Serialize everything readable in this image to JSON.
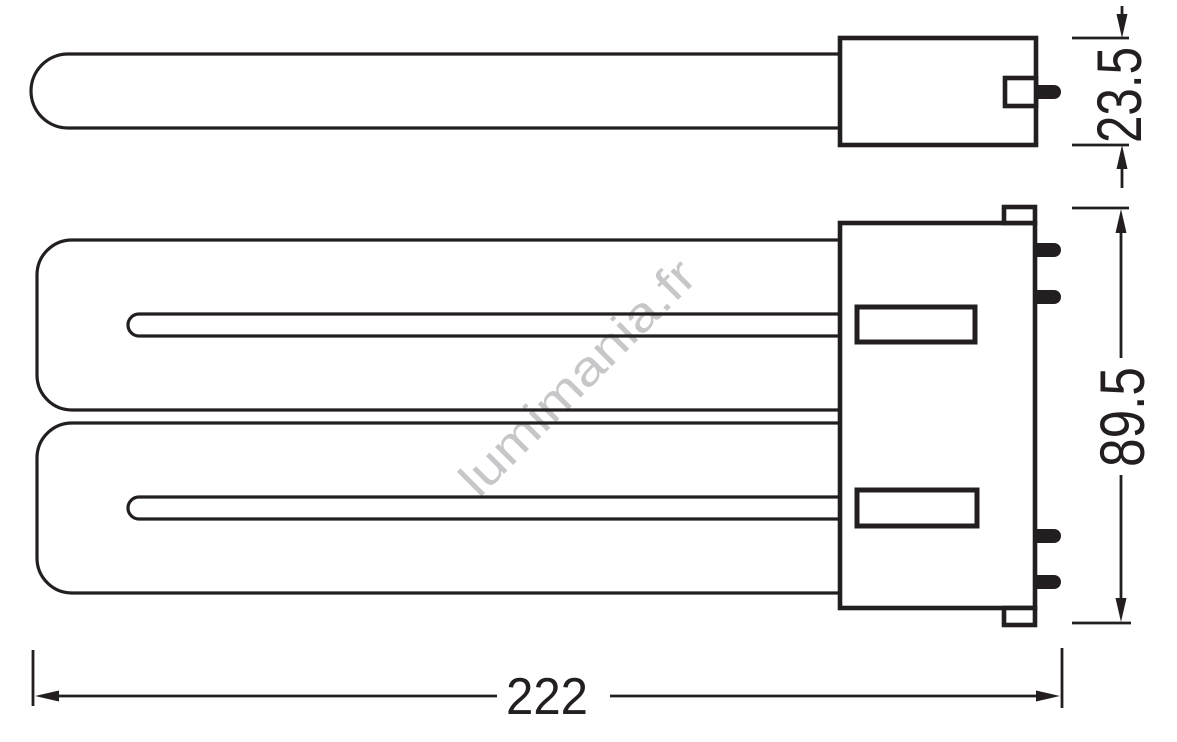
{
  "drawing": {
    "dimensions": {
      "side_view_base_height": "23.5",
      "front_view_height": "89.5",
      "overall_length": "222"
    },
    "watermark": "lumimania.fr",
    "colors": {
      "line": "#231f20",
      "watermark": "#c7c7ca",
      "background": "#ffffff"
    }
  }
}
